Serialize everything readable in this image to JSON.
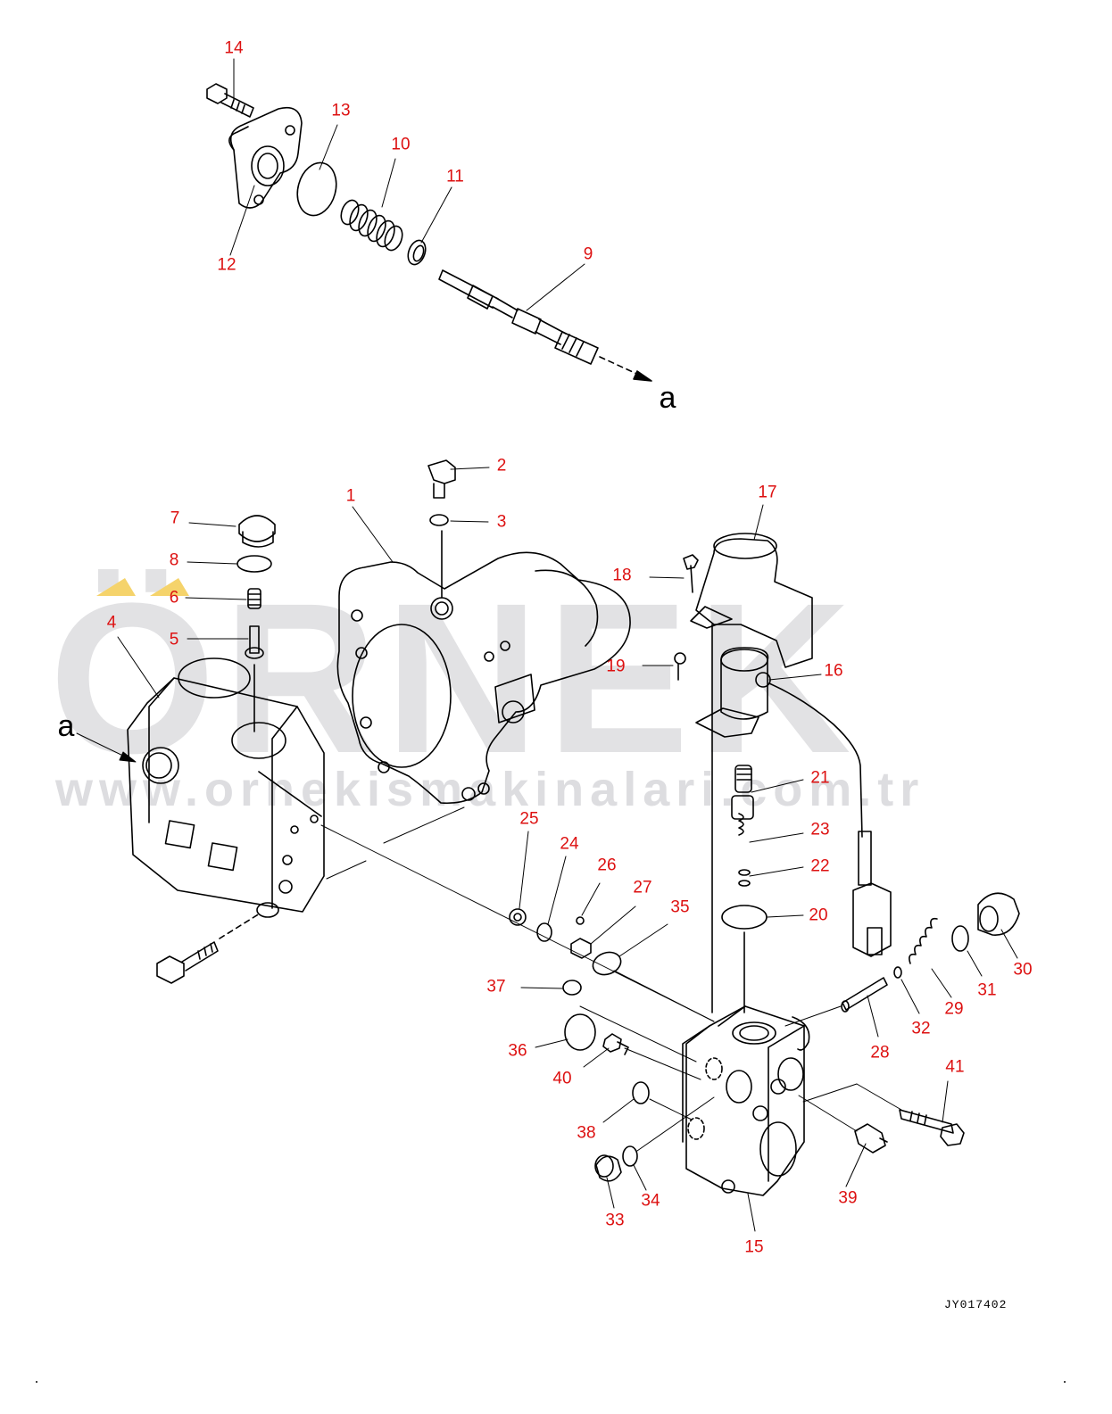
{
  "watermark": {
    "brand": "ÖRNEK",
    "url": "www.ornekismakinalari.com.tr"
  },
  "drawing_code": "JY017402",
  "reference_marks": [
    {
      "id": "a-top",
      "text": "a"
    },
    {
      "id": "a-left",
      "text": "a"
    }
  ],
  "parts": [
    {
      "id": "1",
      "label": "1"
    },
    {
      "id": "2",
      "label": "2"
    },
    {
      "id": "3",
      "label": "3"
    },
    {
      "id": "4",
      "label": "4"
    },
    {
      "id": "5",
      "label": "5"
    },
    {
      "id": "6",
      "label": "6"
    },
    {
      "id": "7",
      "label": "7"
    },
    {
      "id": "8",
      "label": "8"
    },
    {
      "id": "9",
      "label": "9"
    },
    {
      "id": "10",
      "label": "10"
    },
    {
      "id": "11",
      "label": "11"
    },
    {
      "id": "12",
      "label": "12"
    },
    {
      "id": "13",
      "label": "13"
    },
    {
      "id": "14",
      "label": "14"
    },
    {
      "id": "15",
      "label": "15"
    },
    {
      "id": "16",
      "label": "16"
    },
    {
      "id": "17",
      "label": "17"
    },
    {
      "id": "18",
      "label": "18"
    },
    {
      "id": "19",
      "label": "19"
    },
    {
      "id": "20",
      "label": "20"
    },
    {
      "id": "21",
      "label": "21"
    },
    {
      "id": "22",
      "label": "22"
    },
    {
      "id": "23",
      "label": "23"
    },
    {
      "id": "24",
      "label": "24"
    },
    {
      "id": "25",
      "label": "25"
    },
    {
      "id": "26",
      "label": "26"
    },
    {
      "id": "27",
      "label": "27"
    },
    {
      "id": "28",
      "label": "28"
    },
    {
      "id": "29",
      "label": "29"
    },
    {
      "id": "30",
      "label": "30"
    },
    {
      "id": "31",
      "label": "31"
    },
    {
      "id": "32",
      "label": "32"
    },
    {
      "id": "33",
      "label": "33"
    },
    {
      "id": "34",
      "label": "34"
    },
    {
      "id": "35",
      "label": "35"
    },
    {
      "id": "36",
      "label": "36"
    },
    {
      "id": "37",
      "label": "37"
    },
    {
      "id": "38",
      "label": "38"
    },
    {
      "id": "39",
      "label": "39"
    },
    {
      "id": "40",
      "label": "40"
    },
    {
      "id": "41",
      "label": "41"
    }
  ],
  "colors": {
    "label": "#dd1111",
    "line": "#000000",
    "watermark": "#d3d3d6",
    "accent": "#f5d36b"
  }
}
